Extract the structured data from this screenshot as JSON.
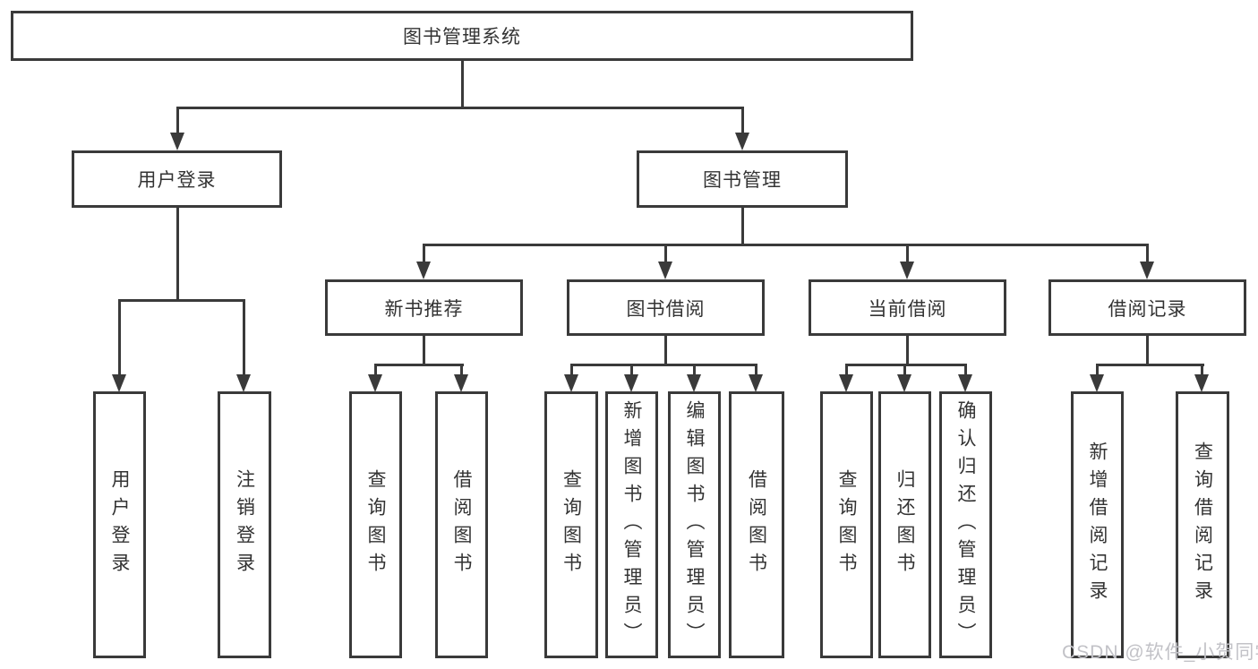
{
  "diagram": {
    "root": {
      "label": "图书管理系统"
    },
    "branches": [
      {
        "label": "用户登录",
        "leaves": [
          "用户登录",
          "注销登录"
        ]
      },
      {
        "label": "图书管理",
        "sections": [
          {
            "label": "新书推荐",
            "leaves": [
              "查询图书",
              "借阅图书"
            ]
          },
          {
            "label": "图书借阅",
            "leaves": [
              "查询图书",
              "新增图书（管理员）",
              "编辑图书（管理员）",
              "借阅图书"
            ]
          },
          {
            "label": "当前借阅",
            "leaves": [
              "查询图书",
              "归还图书",
              "确认归还（管理员）"
            ]
          },
          {
            "label": "借阅记录",
            "leaves": [
              "新增借阅记录",
              "查询借阅记录"
            ]
          }
        ]
      }
    ]
  },
  "watermark": {
    "text": "CSDN @软件_小贺同学"
  },
  "colors": {
    "line": "#3a3a3a",
    "text": "#333333",
    "background": "#ffffff",
    "watermark": "#c2c2c7"
  }
}
